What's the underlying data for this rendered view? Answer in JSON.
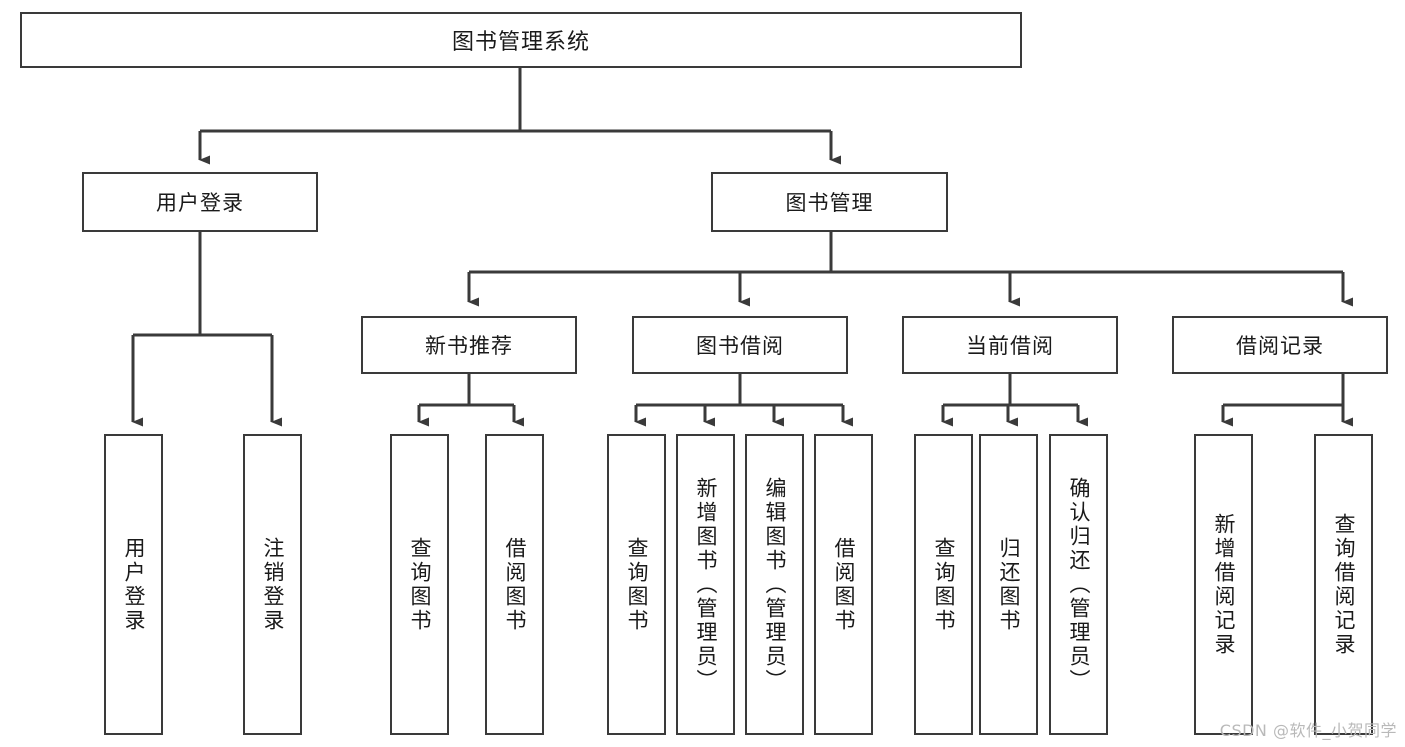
{
  "diagram": {
    "title": "图书管理系统",
    "type": "tree-hierarchy",
    "watermark": "CSDN @软件_小贺同学",
    "colors": {
      "box_border": "#3a3a3a",
      "box_fill": "#ffffff",
      "edge": "#3a3a3a",
      "text": "#1a1a1a",
      "watermark": "#b9b9b9",
      "background": "#ffffff"
    },
    "nodes": {
      "root": {
        "label": "图书管理系统"
      },
      "level2": [
        {
          "id": "user-login",
          "label": "用户登录"
        },
        {
          "id": "book-management",
          "label": "图书管理"
        }
      ],
      "level3": [
        {
          "id": "new-book-recommend",
          "label": "新书推荐"
        },
        {
          "id": "book-borrow",
          "label": "图书借阅"
        },
        {
          "id": "current-borrow",
          "label": "当前借阅"
        },
        {
          "id": "borrow-record",
          "label": "借阅记录"
        }
      ],
      "leaves": {
        "user_login": [
          {
            "id": "leaf-user-login",
            "label": "用户登录"
          },
          {
            "id": "leaf-logout",
            "label": "注销登录"
          }
        ],
        "new_book_recommend": [
          {
            "id": "leaf-query-book-1",
            "label": "查询图书"
          },
          {
            "id": "leaf-borrow-book-1",
            "label": "借阅图书"
          }
        ],
        "book_borrow": [
          {
            "id": "leaf-query-book-2",
            "label": "查询图书"
          },
          {
            "id": "leaf-add-book",
            "label": "新增图书（管理员）"
          },
          {
            "id": "leaf-edit-book",
            "label": "编辑图书（管理员）"
          },
          {
            "id": "leaf-borrow-book-2",
            "label": "借阅图书"
          }
        ],
        "current_borrow": [
          {
            "id": "leaf-query-book-3",
            "label": "查询图书"
          },
          {
            "id": "leaf-return-book",
            "label": "归还图书"
          },
          {
            "id": "leaf-confirm-return",
            "label": "确认归还（管理员）"
          }
        ],
        "borrow_record": [
          {
            "id": "leaf-add-record",
            "label": "新增借阅记录"
          },
          {
            "id": "leaf-query-record",
            "label": "查询借阅记录"
          }
        ]
      }
    }
  }
}
